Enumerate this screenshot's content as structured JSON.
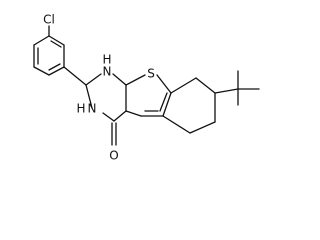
{
  "molecule": {
    "atoms": {
      "chlorine": "Cl",
      "nh_top": "H",
      "n_top": "N",
      "sulfur": "S",
      "nh_bottom": "H",
      "n_bottom": "N",
      "oxygen": "O"
    }
  }
}
